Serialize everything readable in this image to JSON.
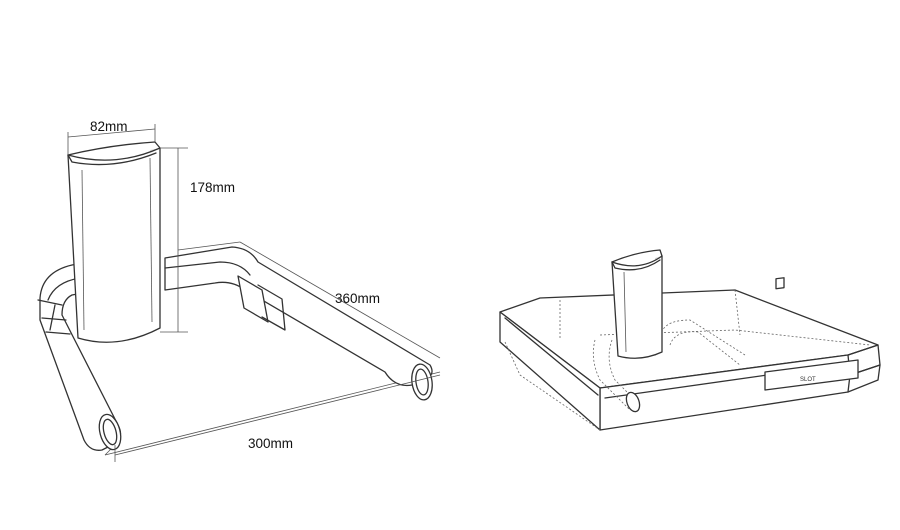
{
  "dimensions": {
    "width_label": "82mm",
    "height_label": "178mm",
    "depth_label": "360mm",
    "base_label": "300mm"
  },
  "device_label": "SLOT"
}
